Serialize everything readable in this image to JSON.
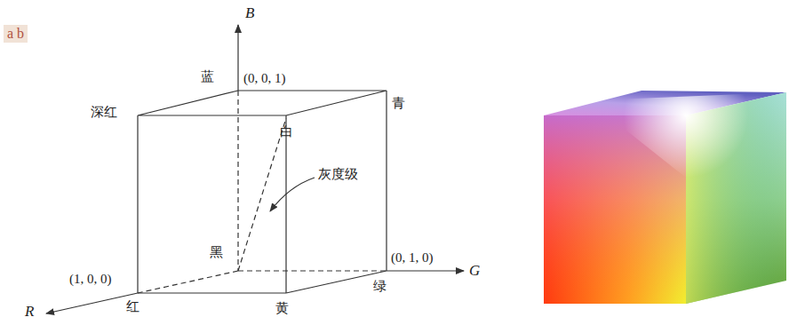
{
  "diagram": {
    "labels": [
      "a b",
      "B",
      "蓝",
      "(0, 0, 1)",
      "深红",
      "青",
      "白",
      "灰度级",
      "黑",
      "(1, 0, 0)",
      "(0, 1, 0)",
      "G",
      "R",
      "红",
      "黄",
      "绿"
    ]
  }
}
